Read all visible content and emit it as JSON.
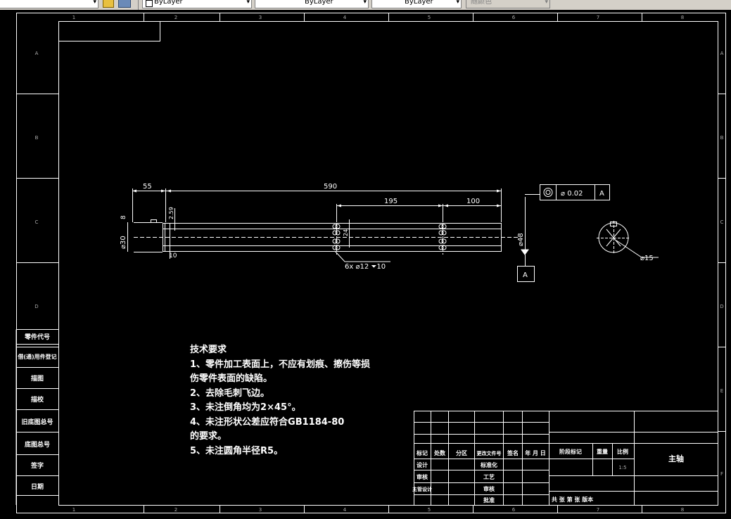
{
  "toolbar": {
    "color_combo": "ByLayer",
    "linetype_combo": "ByLayer",
    "lineweight_combo": "ByLayer",
    "plotstyle_combo": "随颜色"
  },
  "frame": {
    "columns": [
      "1",
      "2",
      "3",
      "4",
      "5",
      "6",
      "7",
      "8"
    ],
    "rows": [
      "A",
      "B",
      "C",
      "D",
      "E",
      "F"
    ]
  },
  "left_block": [
    "零件代号",
    "借(通)用件登记",
    "描图",
    "描校",
    "旧底图总号",
    "底图总号",
    "签字",
    "日期"
  ],
  "dimensions": {
    "d55": "55",
    "d590": "590",
    "d195": "195",
    "d100": "100",
    "d8": "8",
    "d30": "⌀30",
    "d2_59": "2.59",
    "d24": "24",
    "d10": "10",
    "d48": "⌀48",
    "holes": "6x ⌀12 ⏷10",
    "d15": "⌀15"
  },
  "gdt": {
    "symbol": "◎",
    "tolerance": "⌀ 0.02",
    "datum": "A"
  },
  "datum_label": "A",
  "tech": {
    "title": "技术要求",
    "lines": [
      "1、零件加工表面上，不应有划痕、擦伤等损",
      "伤零件表面的缺陷。",
      "2、去除毛刺飞边。",
      "3、未注倒角均为2×45°。",
      "4、未注形状公差应符合GB1184-80",
      "的要求。",
      "5、未注圆角半径R5。"
    ]
  },
  "title_block": {
    "header": [
      "标记",
      "处数",
      "分区",
      "更改文件号",
      "签名",
      "年 月 日"
    ],
    "rows": [
      [
        "设计",
        "",
        "",
        "标准化",
        "",
        ""
      ],
      [
        "审核",
        "",
        "",
        "工艺",
        "",
        ""
      ],
      [
        "主管设计",
        "",
        "",
        "审核",
        "",
        ""
      ],
      [
        "",
        "",
        "",
        "批准",
        "",
        ""
      ]
    ],
    "stage_headers": [
      "阶段标记",
      "重量",
      "比例"
    ],
    "scale": "1:5",
    "part_name": "主轴",
    "sheet_info": "共 张  第 张  版本"
  }
}
